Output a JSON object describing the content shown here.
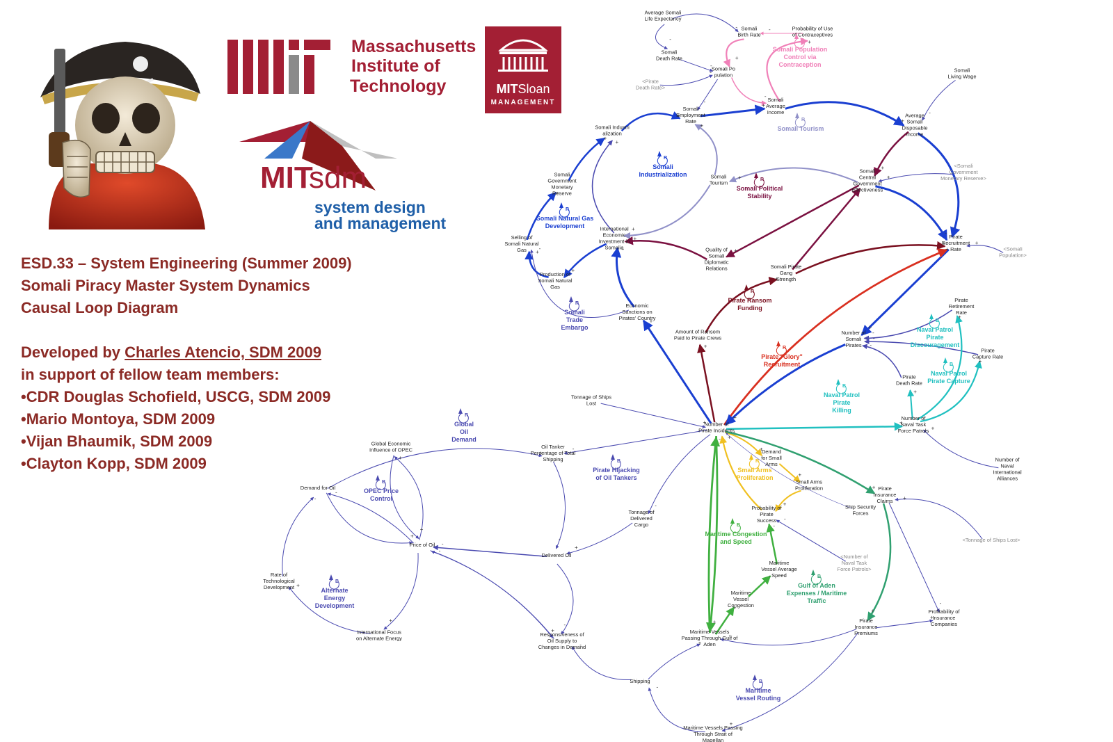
{
  "header": {
    "mit_name_lines": [
      "Massachusetts",
      "Institute of",
      "Technology"
    ],
    "sloan_brand_bold": "MIT",
    "sloan_brand_rest": "Sloan",
    "sloan_sub": "MANAGEMENT",
    "sdm_brand_mit": "MIT",
    "sdm_brand_sdm": "sdm",
    "sdm_tagline": [
      "system design",
      "and management"
    ]
  },
  "credits": {
    "title_lines": [
      "ESD.33 – System Engineering (Summer 2009)",
      "Somali Piracy Master System Dynamics",
      "Causal Loop Diagram"
    ],
    "developed_prefix": "Developed by ",
    "developed_name": "Charles Atencio, SDM 2009",
    "support_line": "in support of  fellow team members:",
    "members": [
      "•CDR Douglas Schofield, USCG, SDM 2009",
      "•Mario Montoya, SDM 2009",
      "•Vijan Bhaumik, SDM 2009",
      "•Clayton Kopp, SDM 2009"
    ]
  },
  "colors": {
    "brand_red": "#a31f34",
    "credit_red": "#8b2a25",
    "sdm_blue": "#1f5fa8",
    "link_navy": "#4a4ab0",
    "loop_blue": "#1a3fd1",
    "loop_darkred": "#7a1020",
    "loop_red": "#d93020",
    "loop_pink": "#f080b8",
    "loop_teal": "#20c0c0",
    "loop_green": "#40b040",
    "loop_yellow": "#f0c020",
    "loop_seagreen": "#30a070",
    "loop_purple": "#9090c8",
    "loop_maroon": "#7a1040"
  },
  "diagram": {
    "variables": [
      {
        "id": "life_exp",
        "lines": [
          "Average Somali",
          "Life Expectancy"
        ]
      },
      {
        "id": "birth",
        "lines": [
          "Somali",
          "Birth Rate"
        ]
      },
      {
        "id": "contra",
        "lines": [
          "Probability of Use",
          "of Contraceptives"
        ]
      },
      {
        "id": "death",
        "lines": [
          "Somali",
          "Death Rate"
        ]
      },
      {
        "id": "pop",
        "lines": [
          "Somali Po",
          "pulation"
        ]
      },
      {
        "id": "pirate_death_shadow",
        "lines": [
          "<Pirate",
          "Death Rate>"
        ]
      },
      {
        "id": "living_wage",
        "lines": [
          "Somali",
          "Living Wage"
        ]
      },
      {
        "id": "employ",
        "lines": [
          "Somali",
          "Employment",
          "Rate"
        ]
      },
      {
        "id": "avg_income",
        "lines": [
          "Somali",
          "Average",
          "Income"
        ]
      },
      {
        "id": "disp_income",
        "lines": [
          "Average",
          "Somali",
          "Disposable",
          "Income"
        ]
      },
      {
        "id": "industri",
        "lines": [
          "Somali Industri",
          "alization"
        ]
      },
      {
        "id": "gov_reserve",
        "lines": [
          "Somali",
          "Government",
          "Monetary",
          "Reserve"
        ]
      },
      {
        "id": "tourism",
        "lines": [
          "Somali",
          "Tourism"
        ]
      },
      {
        "id": "gov_eff",
        "lines": [
          "Somali",
          "Central",
          "Government",
          "Effectiveness"
        ]
      },
      {
        "id": "gov_reserve_shadow",
        "lines": [
          "<Somali",
          "Government",
          "Monetary Reserve>"
        ]
      },
      {
        "id": "intl_invest",
        "lines": [
          "International",
          "Economic",
          "Investment in",
          "Somalia"
        ]
      },
      {
        "id": "selling_gas",
        "lines": [
          "Selling of",
          "Somali Natural",
          "Gas"
        ]
      },
      {
        "id": "prod_gas",
        "lines": [
          "Production of",
          "Somali Natural",
          "Gas"
        ]
      },
      {
        "id": "diplo",
        "lines": [
          "Quality of",
          "Somali",
          "Diplomatic",
          "Relations"
        ]
      },
      {
        "id": "gang",
        "lines": [
          "Somali Pirate",
          "Gang",
          "Strength"
        ]
      },
      {
        "id": "recruit",
        "lines": [
          "Pirate",
          "Recruitment",
          "Rate"
        ]
      },
      {
        "id": "pop_shadow",
        "lines": [
          "<Somali",
          "Population>"
        ]
      },
      {
        "id": "sanctions",
        "lines": [
          "Economic",
          "Sanctions on",
          "Pirates' Country"
        ]
      },
      {
        "id": "ransom_paid",
        "lines": [
          "Amount of Ransom",
          "Paid to Pirate Crews"
        ]
      },
      {
        "id": "retire",
        "lines": [
          "Pirate",
          "Retirement",
          "Rate"
        ]
      },
      {
        "id": "num_pirates",
        "lines": [
          "Number of",
          "Somali",
          "Pirates"
        ]
      },
      {
        "id": "capture",
        "lines": [
          "Pirate",
          "Capture Rate"
        ]
      },
      {
        "id": "pdeath",
        "lines": [
          "Pirate",
          "Death Rate"
        ]
      },
      {
        "id": "tonnage_lost",
        "lines": [
          "Tonnage of Ships",
          "Lost"
        ]
      },
      {
        "id": "incidents",
        "lines": [
          "Number of",
          "Pirate Incidents"
        ]
      },
      {
        "id": "task_force",
        "lines": [
          "Number of",
          "Naval Task",
          "Force Patrols"
        ]
      },
      {
        "id": "alliances",
        "lines": [
          "Number of",
          "Naval",
          "International",
          "Alliances"
        ]
      },
      {
        "id": "opec",
        "lines": [
          "Global Economic",
          "Influence of OPEC"
        ]
      },
      {
        "id": "tanker",
        "lines": [
          "Oil Tanker",
          "Percentage of Total",
          "Shipping"
        ]
      },
      {
        "id": "demand_oil",
        "lines": [
          "Demand for Oil"
        ]
      },
      {
        "id": "small_demand",
        "lines": [
          "Demand",
          "for Small",
          "Arms"
        ]
      },
      {
        "id": "small_prolif",
        "lines": [
          "Small Arms",
          "Proliferation"
        ]
      },
      {
        "id": "insurance",
        "lines": [
          "Pirate",
          "Insurance",
          "Claims"
        ]
      },
      {
        "id": "tonnage_deliv",
        "lines": [
          "Tonnage of",
          "Delivered",
          "Cargo"
        ]
      },
      {
        "id": "security",
        "lines": [
          "Ship Security",
          "Forces"
        ]
      },
      {
        "id": "prob_success",
        "lines": [
          "Probability of",
          "Pirate",
          "Success"
        ]
      },
      {
        "id": "tonnage_lost_shadow",
        "lines": [
          "<Tonnage of Ships Lost>"
        ]
      },
      {
        "id": "price_oil",
        "lines": [
          "Price of Oil"
        ]
      },
      {
        "id": "delivered_oil",
        "lines": [
          "Delivered Oil"
        ]
      },
      {
        "id": "task_force_shadow",
        "lines": [
          "<Number of",
          "Naval Task",
          "Force Patrols>"
        ]
      },
      {
        "id": "rate_tech",
        "lines": [
          "Rate of",
          "Technological",
          "Development"
        ]
      },
      {
        "id": "vessel_speed",
        "lines": [
          "Maritime",
          "Vessel Average",
          "Speed"
        ]
      },
      {
        "id": "congestion",
        "lines": [
          "Maritime",
          "Vessel",
          "Congestion"
        ]
      },
      {
        "id": "premiums",
        "lines": [
          "Pirate",
          "Insurance",
          "Premiums"
        ]
      },
      {
        "id": "profit",
        "lines": [
          "Profitability of",
          "Insurance",
          "Companies"
        ]
      },
      {
        "id": "intl_focus",
        "lines": [
          "International Focus",
          "on Alternate Energy"
        ]
      },
      {
        "id": "responsive",
        "lines": [
          "Responsiveness of",
          "Oil Supply to",
          "Changes in Demand"
        ]
      },
      {
        "id": "vessels_aden",
        "lines": [
          "Maritime Vessels",
          "Passing Through Gulf of",
          "Aden"
        ]
      },
      {
        "id": "shipping",
        "lines": [
          "Shipping"
        ]
      },
      {
        "id": "vessels_magellan",
        "lines": [
          "Maritime Vessels Passing",
          "Through Strait of",
          "Magellan"
        ]
      }
    ],
    "loops": [
      {
        "id": "l_popctrl",
        "polarity": "R",
        "lines": [
          "Somali Population",
          "Control via",
          "Contraception"
        ]
      },
      {
        "id": "l_tourism",
        "polarity": "R",
        "lines": [
          "Somali Tourism"
        ]
      },
      {
        "id": "l_indus",
        "polarity": "R",
        "lines": [
          "Somali",
          "Industrialization"
        ]
      },
      {
        "id": "l_polstab",
        "polarity": "R",
        "lines": [
          "Somali Political",
          "Stability"
        ]
      },
      {
        "id": "l_gas",
        "polarity": "R",
        "lines": [
          "Somali Natural Gas",
          "Development"
        ]
      },
      {
        "id": "l_trade",
        "polarity": "R",
        "lines": [
          "Somali",
          "Trade",
          "Embargo"
        ]
      },
      {
        "id": "l_ransom",
        "polarity": "R",
        "lines": [
          "Pirate Ransom",
          "Funding"
        ]
      },
      {
        "id": "l_glory",
        "polarity": "R",
        "lines": [
          "Pirate \"Glory\"",
          "Recruitment"
        ]
      },
      {
        "id": "l_discourage",
        "polarity": "B",
        "lines": [
          "Naval Patrol",
          "Pirate",
          "Discouragement"
        ]
      },
      {
        "id": "l_ncapture",
        "polarity": "B",
        "lines": [
          "Naval Patrol",
          "Pirate Capture"
        ]
      },
      {
        "id": "l_killing",
        "polarity": "B",
        "lines": [
          "Naval Patrol",
          "Pirate",
          "Killing"
        ]
      },
      {
        "id": "l_globaldemand",
        "polarity": "R",
        "lines": [
          "Global",
          "Oil",
          "Demand"
        ]
      },
      {
        "id": "l_opec",
        "polarity": "B",
        "lines": [
          "OPEC Price",
          "Control"
        ]
      },
      {
        "id": "l_hijack",
        "polarity": "B",
        "lines": [
          "Pirate Hijacking",
          "of Oil Tankers"
        ]
      },
      {
        "id": "l_smallarms",
        "polarity": "R",
        "lines": [
          "Small Arms",
          "Proliferation"
        ]
      },
      {
        "id": "l_congestion",
        "polarity": "B",
        "lines": [
          "Maritime Congestion",
          "and Speed"
        ]
      },
      {
        "id": "l_altenergy",
        "polarity": "B",
        "lines": [
          "Alternate",
          "Energy",
          "Development"
        ]
      },
      {
        "id": "l_aden",
        "polarity": "B",
        "lines": [
          "Gulf of Aden",
          "Expenses / Maritime",
          "Traffic"
        ]
      },
      {
        "id": "l_routing",
        "polarity": "B",
        "lines": [
          "Maritime",
          "Vessel Routing"
        ]
      }
    ]
  }
}
